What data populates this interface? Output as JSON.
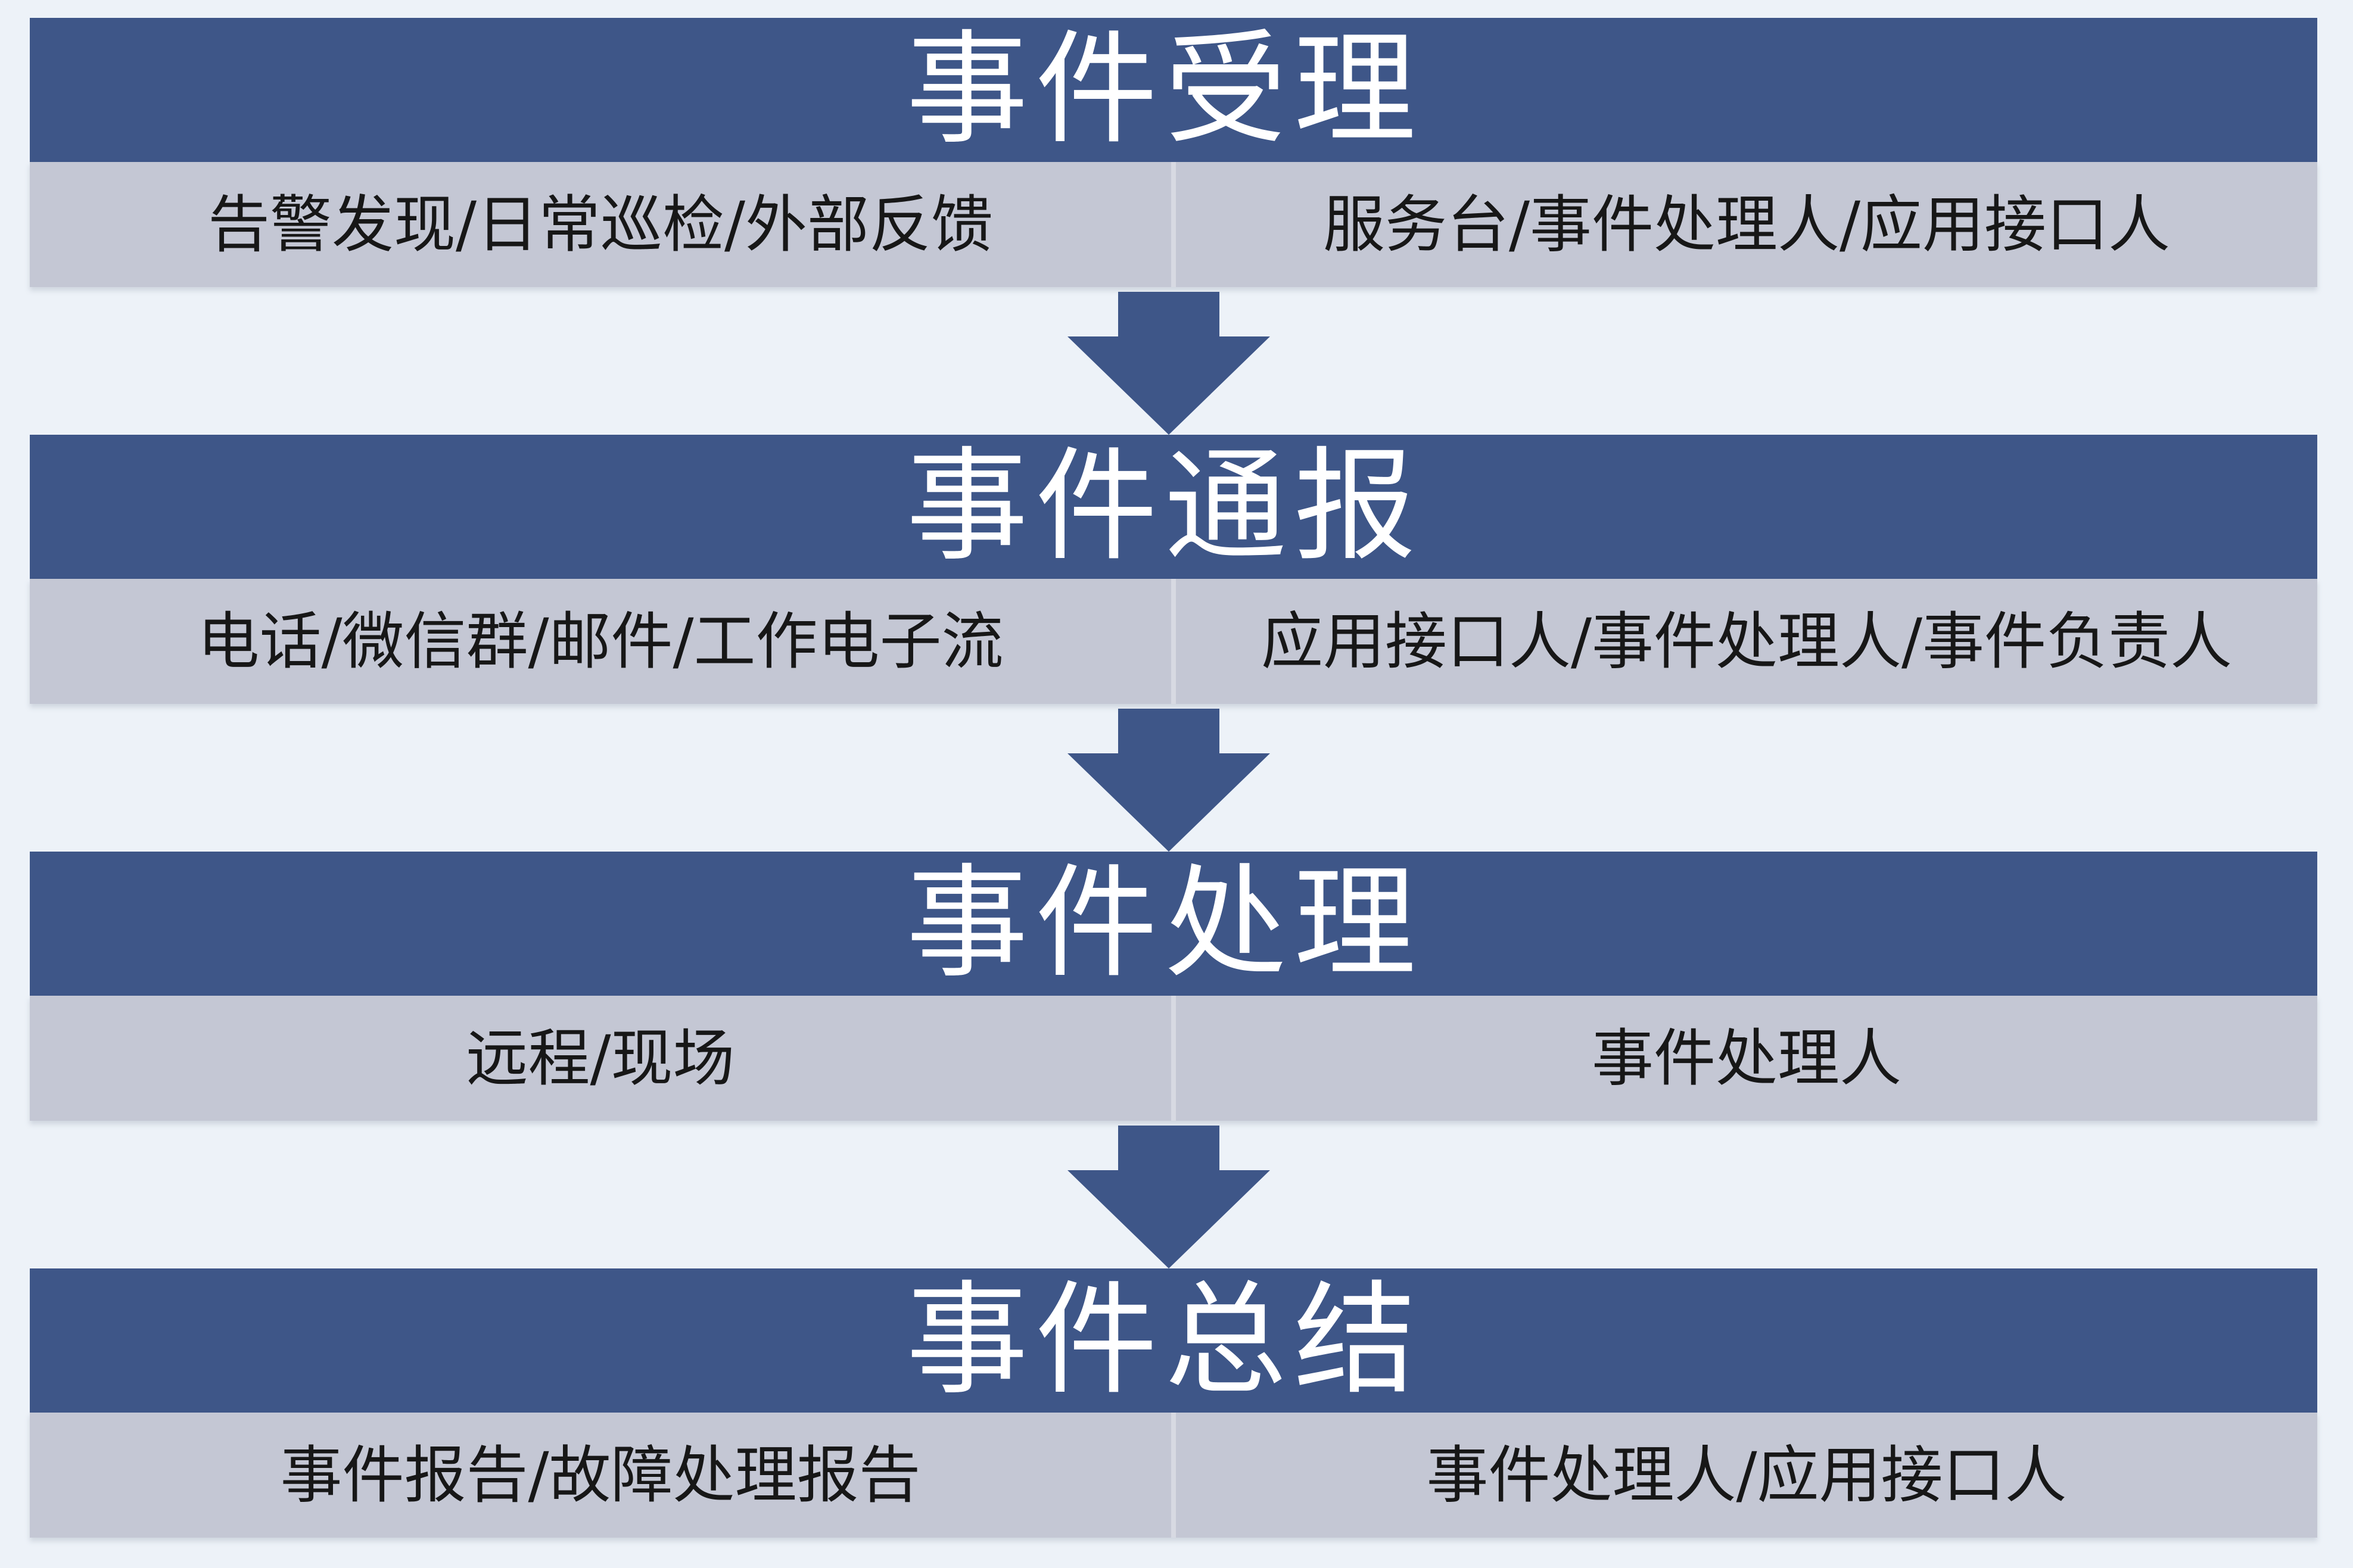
{
  "colors": {
    "background": "#edf2f8",
    "header": "#3e5688",
    "header_text": "#ffffff",
    "body": "#c4c7d4",
    "body_text": "#171717",
    "arrow": "#3e5688"
  },
  "stages": [
    {
      "title": "事件受理",
      "left": "告警发现/日常巡检/外部反馈",
      "right": "服务台/事件处理人/应用接口人"
    },
    {
      "title": "事件通报",
      "left": "电话/微信群/邮件/工作电子流",
      "right": "应用接口人/事件处理人/事件负责人"
    },
    {
      "title": "事件处理",
      "left": "远程/现场",
      "right": "事件处理人"
    },
    {
      "title": "事件总结",
      "left": "事件报告/故障处理报告",
      "right": "事件处理人/应用接口人"
    }
  ],
  "icons": {
    "connector": "down-arrow-icon"
  }
}
